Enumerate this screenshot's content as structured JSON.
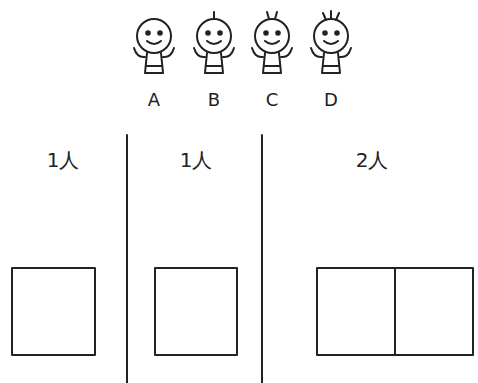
{
  "diagram": {
    "labels": [
      "A",
      "B",
      "C",
      "D",
      "1人",
      "1人",
      "2人"
    ]
  }
}
